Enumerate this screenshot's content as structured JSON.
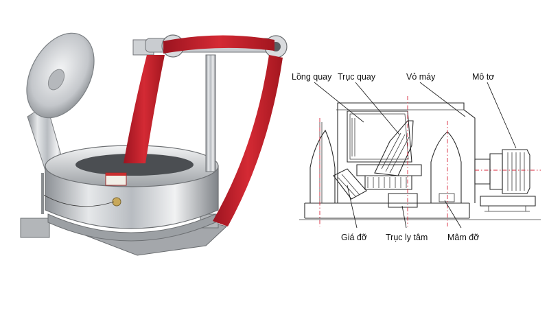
{
  "diagram": {
    "labels": {
      "long_quay": "Lồng quay",
      "truc_quay": "Trục quay",
      "vo_may": "Vỏ máy",
      "mo_to": "Mô tơ",
      "gia_do": "Giá đỡ",
      "truc_ly_tam": "Trục ly tâm",
      "mam_do": "Mâm đỡ"
    },
    "colors": {
      "accent_red": "#d8263a",
      "steel": "#c9ccd0",
      "line": "#2a2a2a"
    }
  }
}
